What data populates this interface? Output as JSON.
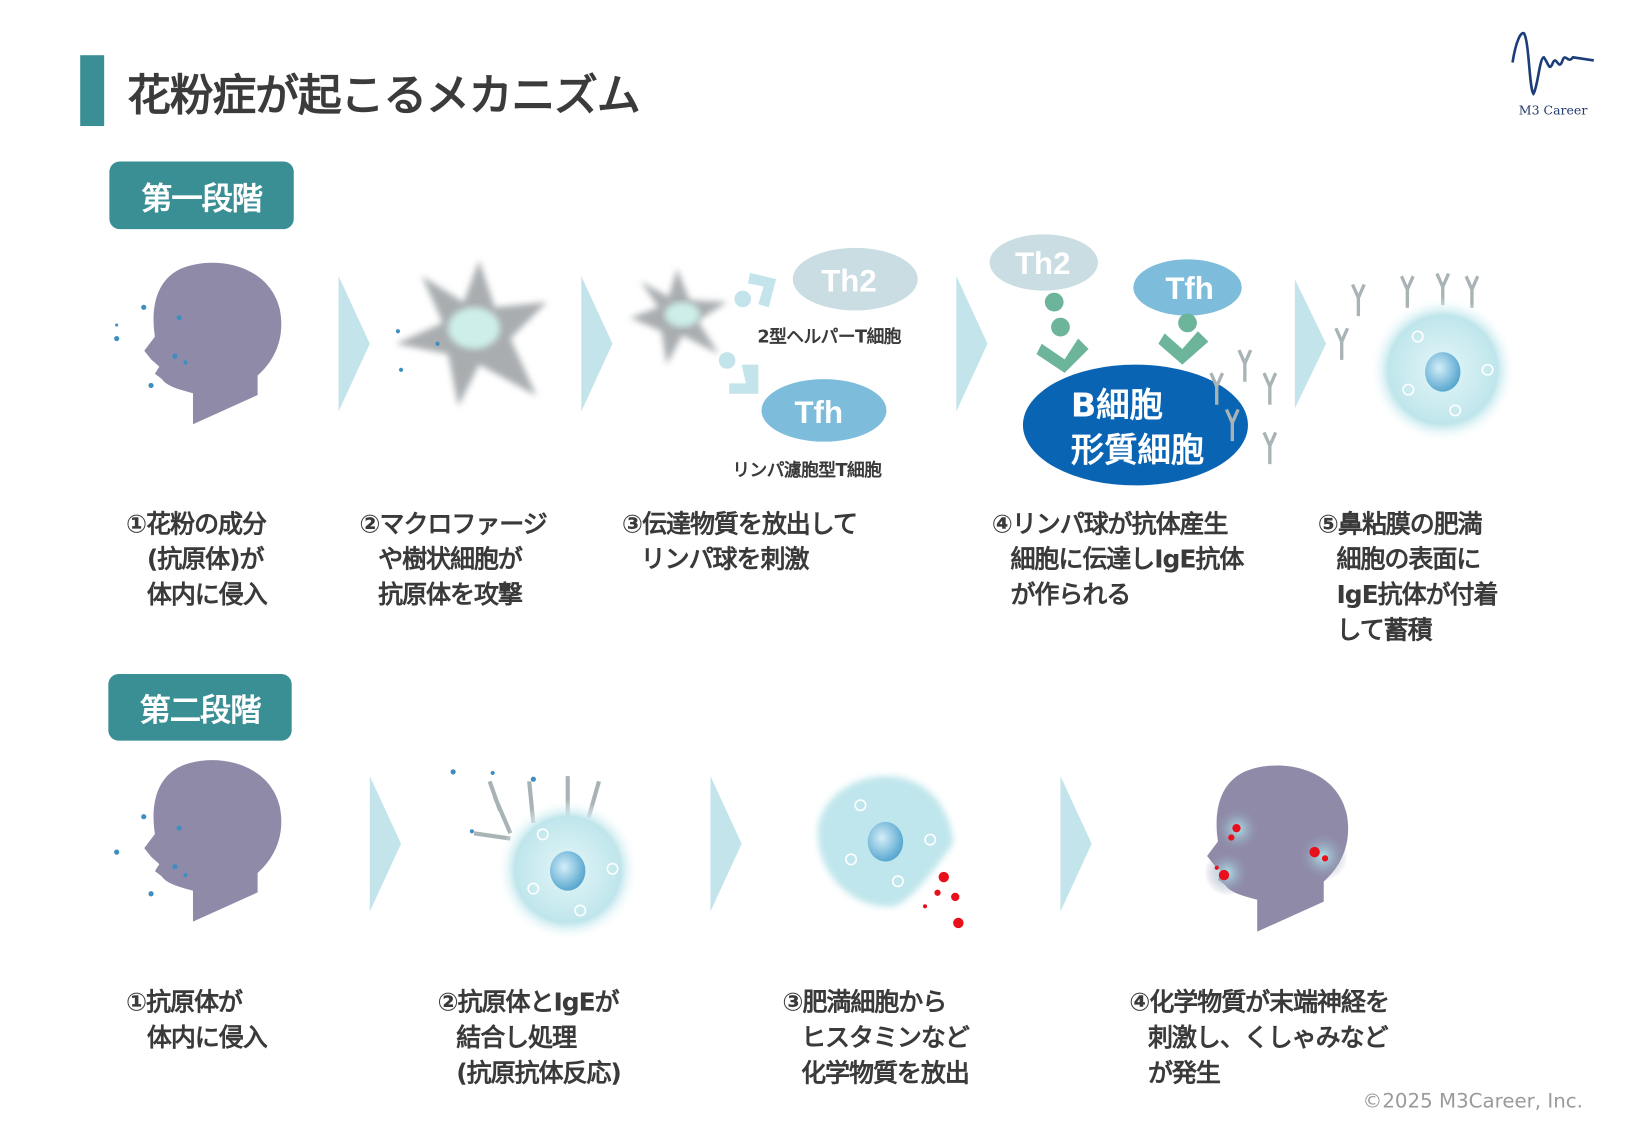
{
  "title": "花粉症が起こるメカニズム",
  "logo": {
    "text": "M3 Career"
  },
  "copyright": "©2025 M3Career, Inc.",
  "stage1": {
    "label": "第一段階",
    "cell_labels": {
      "th2": "Th2",
      "tfh": "Tfh",
      "th2_desc": "2型ヘルパーT細胞",
      "tfh_desc": "リンパ濾胞型T細胞",
      "bcell_line1": "B細胞",
      "bcell_line2": "形質細胞"
    },
    "captions": [
      [
        "①花粉の成分",
        "(抗原体)が",
        "体内に侵入"
      ],
      [
        "②マクロファージ",
        "や樹状細胞が",
        "抗原体を攻撃"
      ],
      [
        "③伝達物質を放出して",
        "リンパ球を刺激"
      ],
      [
        "④リンパ球が抗体産生",
        "細胞に伝達しIgE抗体",
        "が作られる"
      ],
      [
        "⑤鼻粘膜の肥満",
        "細胞の表面に",
        "IgE抗体が付着",
        "して蓄積"
      ]
    ]
  },
  "stage2": {
    "label": "第二段階",
    "captions": [
      [
        "①抗原体が",
        "体内に侵入"
      ],
      [
        "②抗原体とIgEが",
        "結合し処理",
        "(抗原抗体反応)"
      ],
      [
        "③肥満細胞から",
        "ヒスタミンなど",
        "化学物質を放出"
      ],
      [
        "④化学物質が末端神経を",
        "刺激し、くしゃみなど",
        "が発生"
      ]
    ]
  },
  "colors": {
    "accent": "#3a8f94",
    "head": "#8e8aa8",
    "arrow": "#c3e4ea",
    "cell": "#bfe6ec",
    "bcell": "#0a64b4",
    "tfh": "#7dbcdb",
    "th2": "#c9dde3",
    "antibody": "#a8b3b5",
    "signal": "#6cb59a",
    "histamine": "#e8101a"
  }
}
